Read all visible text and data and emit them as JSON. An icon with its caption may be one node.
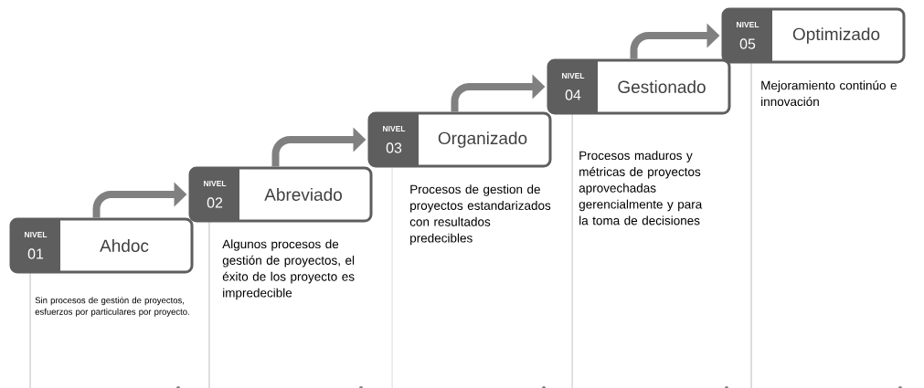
{
  "diagram": {
    "nodes": [
      {
        "text": [
          "NIVEL",
          "01",
          "Ahdoc"
        ],
        "beside": [
          "Sin procesos de gestión de proyectos, esfuerzos por particulares por proyecto."
        ]
      },
      {
        "text": [
          "NIVEL",
          "02",
          "Abreviado"
        ],
        "beside": [
          "Algunos procesos de gestión de proyectos, el éxito de los proyecto es impredecible"
        ]
      },
      {
        "text": [
          "NIVEL",
          "03",
          "Organizado"
        ],
        "beside": [
          "Procesos de gestion de proyectos estandarizados con resultados predecibles"
        ]
      },
      {
        "text": [
          "NIVEL",
          "04",
          "Gestionado"
        ],
        "beside": [
          "Procesos maduros y métricas de proyectos aprovechadas gerencialmente y para la toma de decisiones"
        ]
      },
      {
        "text": [
          "NIVEL",
          "05",
          "Optimizado"
        ],
        "beside": [
          "Mejoramiento continúo e innovación"
        ]
      }
    ],
    "edges": [
      {
        "from": 0,
        "to": 1,
        "arrow": "to"
      },
      {
        "from": 1,
        "to": 2,
        "arrow": "to"
      },
      {
        "from": 2,
        "to": 3,
        "arrow": "to"
      },
      {
        "from": 3,
        "to": 4,
        "arrow": "to"
      }
    ]
  }
}
